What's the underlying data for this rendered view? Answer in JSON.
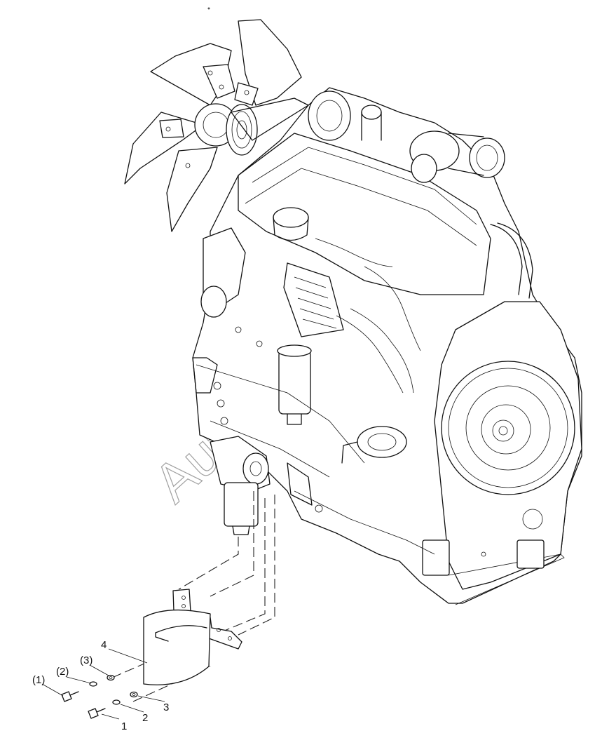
{
  "diagram": {
    "callouts": [
      {
        "id": "callout-1",
        "text": "1"
      },
      {
        "id": "callout-2",
        "text": "2"
      },
      {
        "id": "callout-3",
        "text": "3"
      },
      {
        "id": "callout-4",
        "text": "4"
      },
      {
        "id": "callout-p1",
        "text": "(1)"
      },
      {
        "id": "callout-p2",
        "text": "(2)"
      },
      {
        "id": "callout-p3",
        "text": "(3)"
      }
    ],
    "watermark": "Auto"
  }
}
